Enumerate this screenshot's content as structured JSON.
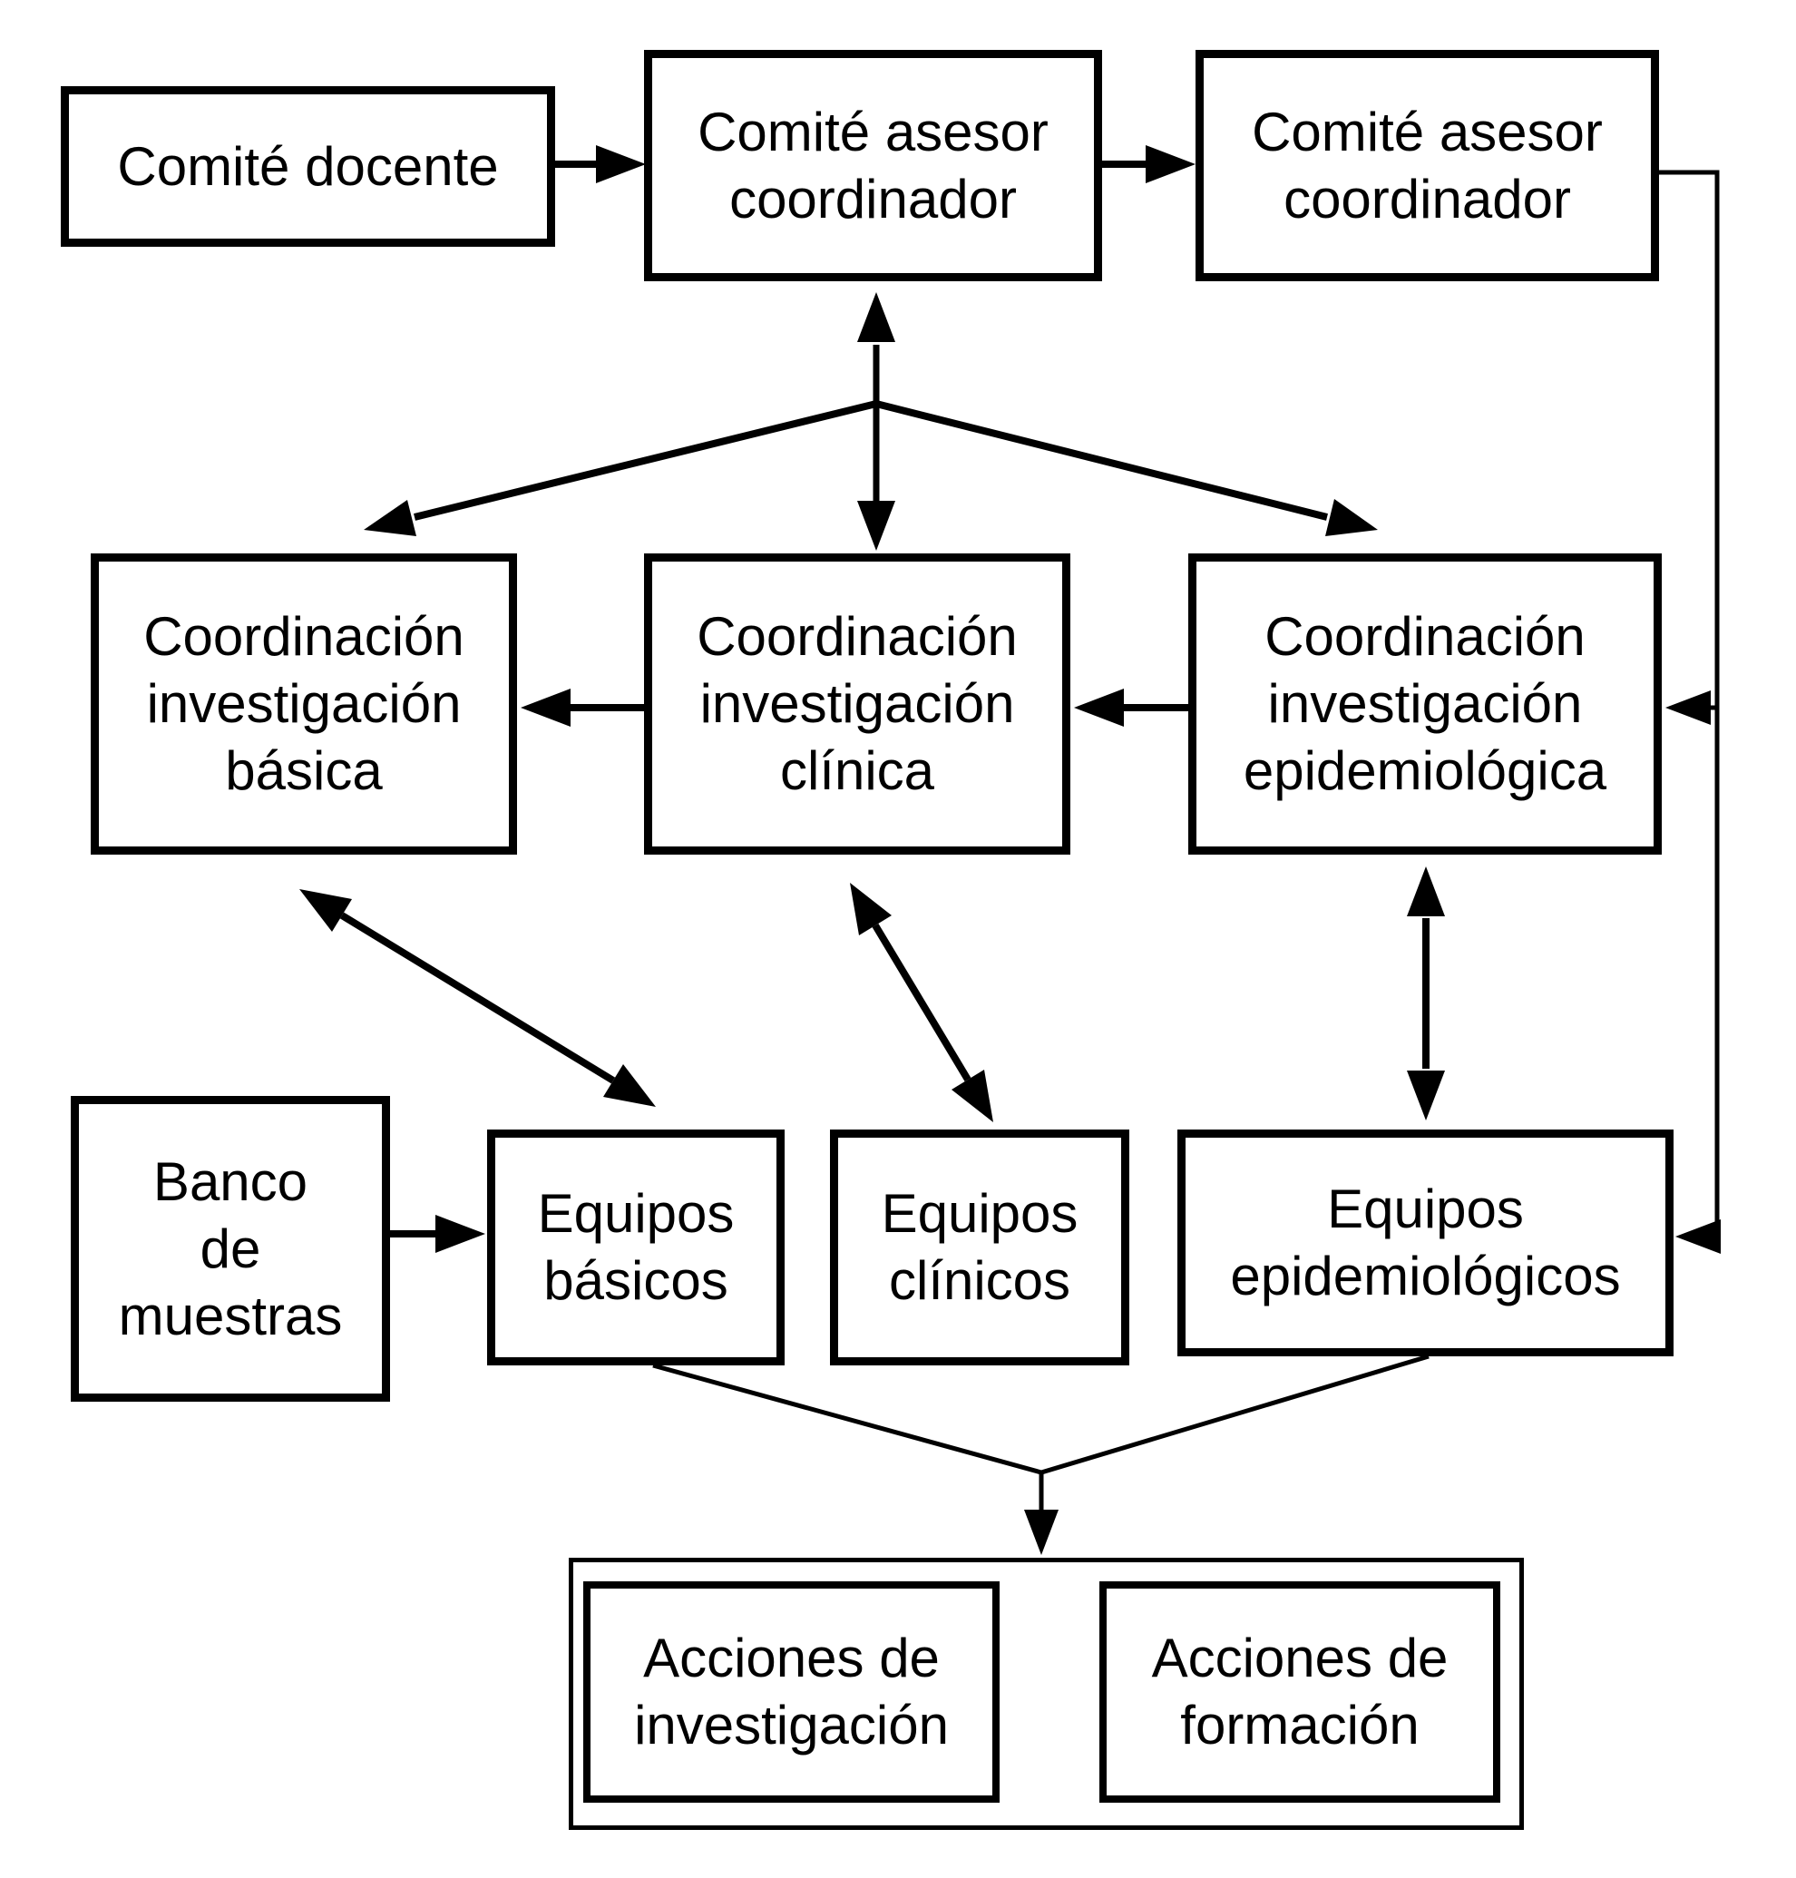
{
  "diagram": {
    "background_color": "#ffffff",
    "line_color": "#000000",
    "nodes": {
      "comite_docente": {
        "label": "Comité docente"
      },
      "comite_asesor_1": {
        "label": "Comité asesor\ncoordinador"
      },
      "comite_asesor_2": {
        "label": "Comité asesor\ncoordinador"
      },
      "coordinacion_basica": {
        "label": "Coordinación\ninvestigación\nbásica"
      },
      "coordinacion_clinica": {
        "label": "Coordinación\ninvestigación\nclínica"
      },
      "coordinacion_epidemiologica": {
        "label": "Coordinación\ninvestigación\nepidemiológica"
      },
      "banco_muestras": {
        "label": "Banco\nde\nmuestras"
      },
      "equipos_basicos": {
        "label": "Equipos\nbásicos"
      },
      "equipos_clinicos": {
        "label": "Equipos\nclínicos"
      },
      "equipos_epidemiologicos": {
        "label": "Equipos\nepidemiológicos"
      },
      "acciones_investigacion": {
        "label": "Acciones de\ninvestigación"
      },
      "acciones_formacion": {
        "label": "Acciones de\nformación"
      }
    },
    "connections": [
      {
        "from": "comite_docente",
        "to": "comite_asesor_1",
        "style": "single-arrow"
      },
      {
        "from": "comite_asesor_1",
        "to": "comite_asesor_2",
        "style": "single-arrow"
      },
      {
        "from": "comite_asesor_1",
        "to": "coordinacion_basica",
        "style": "bidirectional-fanout"
      },
      {
        "from": "comite_asesor_1",
        "to": "coordinacion_clinica",
        "style": "bidirectional-fanout"
      },
      {
        "from": "comite_asesor_1",
        "to": "coordinacion_epidemiologica",
        "style": "bidirectional-fanout"
      },
      {
        "from": "comite_asesor_2",
        "to": "coordinacion_epidemiologica",
        "style": "single-arrow-routed"
      },
      {
        "from": "comite_asesor_2",
        "to": "equipos_epidemiologicos",
        "style": "single-arrow-routed"
      },
      {
        "from": "coordinacion_epidemiologica",
        "to": "coordinacion_clinica",
        "style": "single-arrow"
      },
      {
        "from": "coordinacion_clinica",
        "to": "coordinacion_basica",
        "style": "single-arrow"
      },
      {
        "from": "coordinacion_basica",
        "to": "equipos_basicos",
        "style": "double-arrow"
      },
      {
        "from": "coordinacion_clinica",
        "to": "equipos_clinicos",
        "style": "double-arrow"
      },
      {
        "from": "coordinacion_epidemiologica",
        "to": "equipos_epidemiologicos",
        "style": "double-arrow"
      },
      {
        "from": "banco_muestras",
        "to": "equipos_basicos",
        "style": "single-arrow"
      },
      {
        "from": [
          "equipos_basicos",
          "equipos_epidemiologicos"
        ],
        "to": "acciones_group",
        "style": "converge-single-arrow"
      }
    ]
  }
}
